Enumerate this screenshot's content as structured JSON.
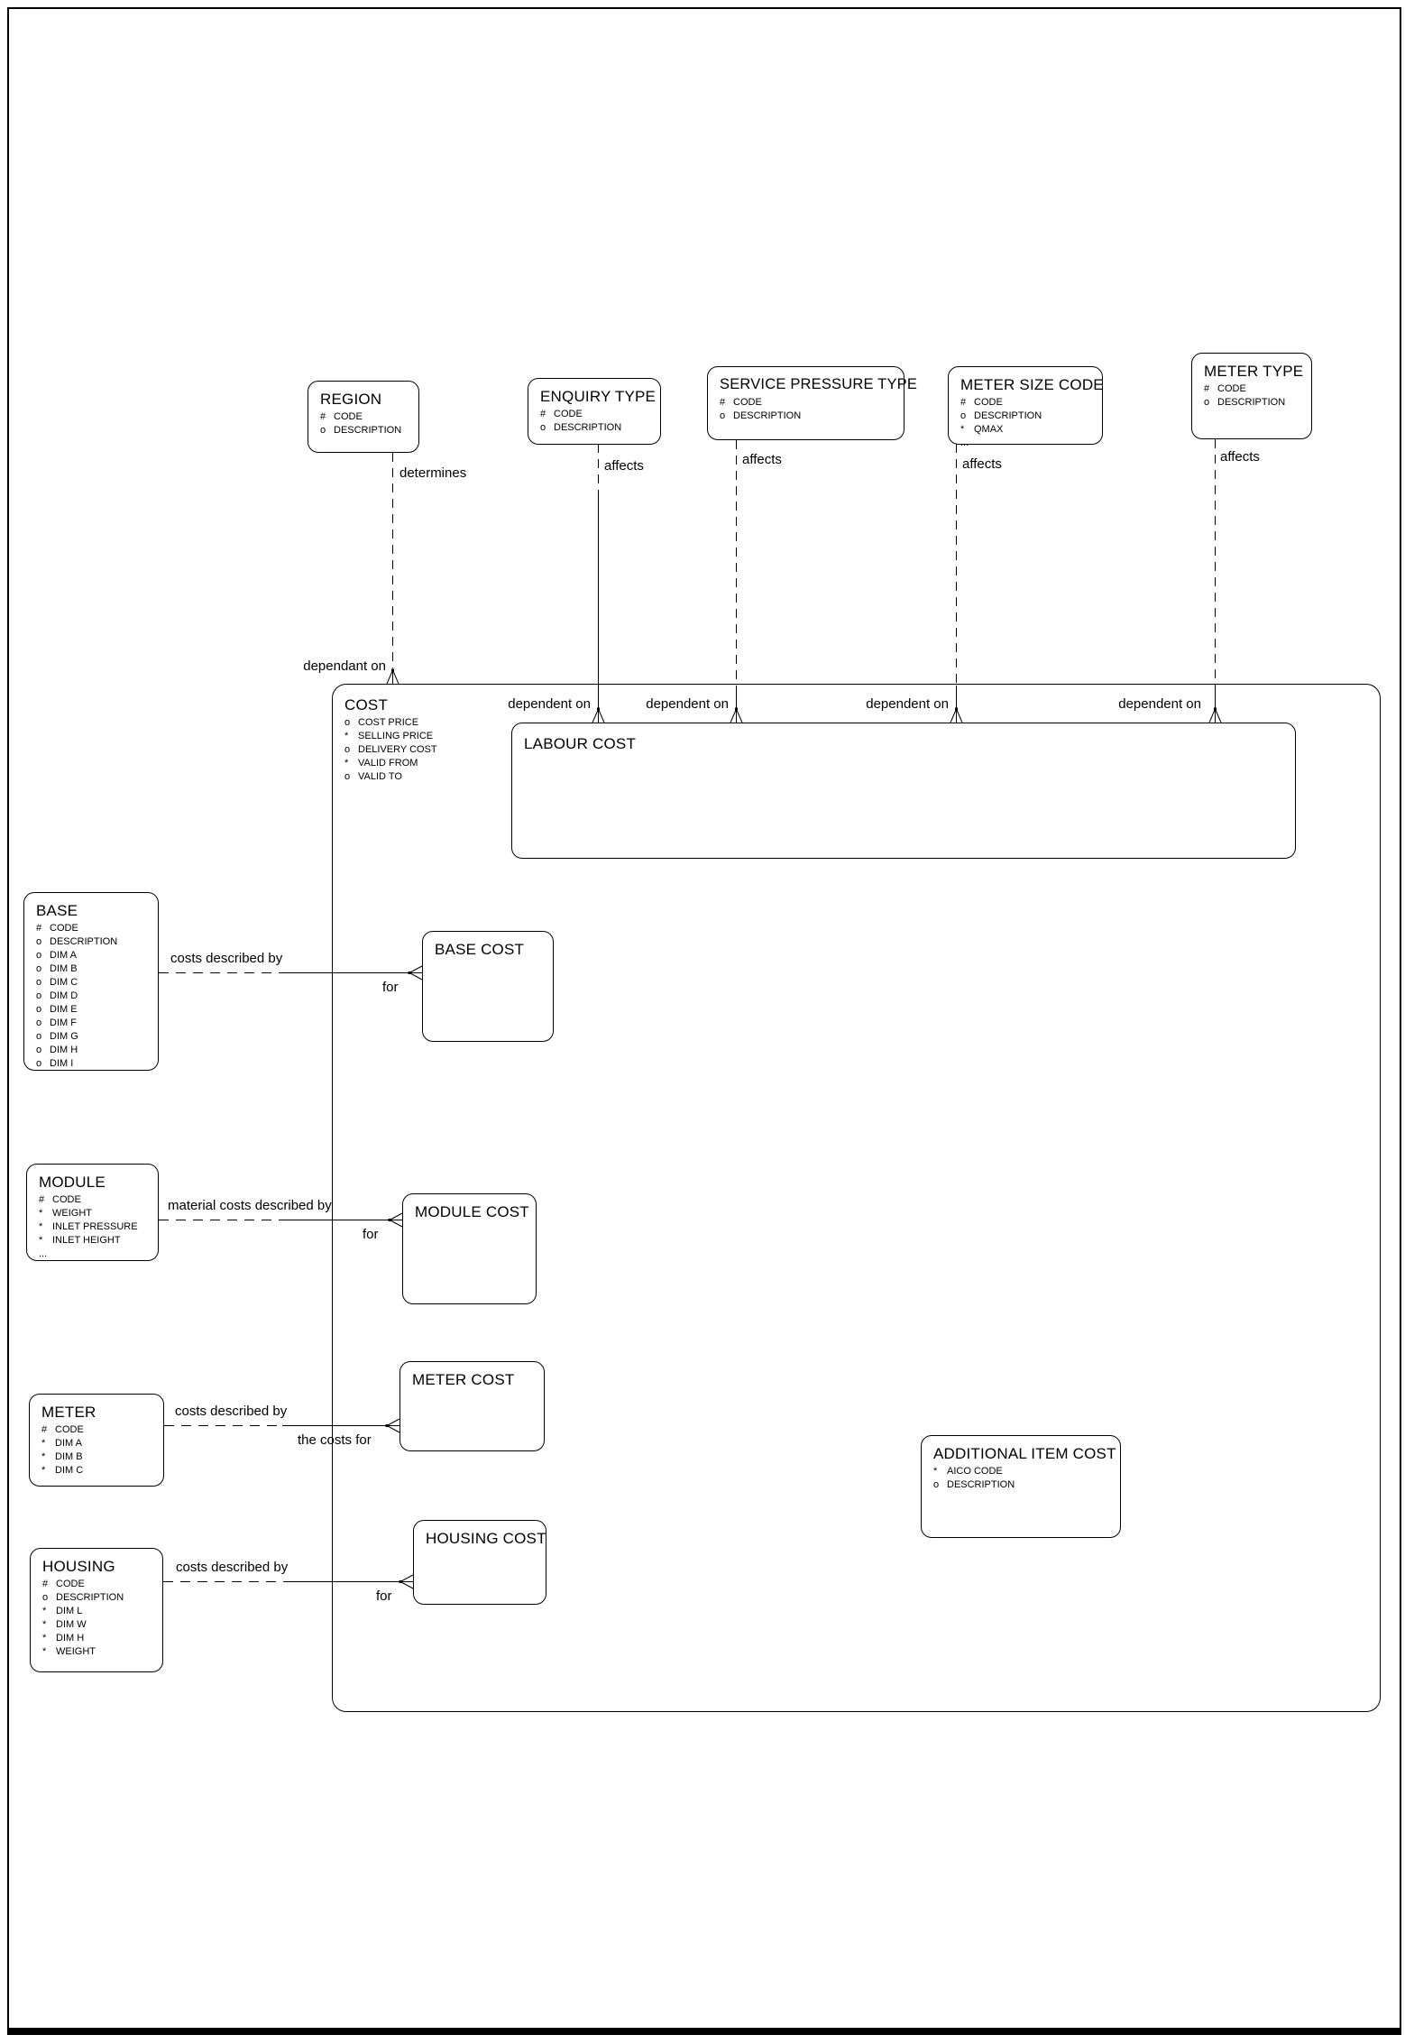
{
  "entities": {
    "region": {
      "title": "REGION",
      "attrs": [
        [
          "#",
          "CODE"
        ],
        [
          "o",
          "DESCRIPTION"
        ]
      ]
    },
    "enquiry_type": {
      "title": "ENQUIRY TYPE",
      "attrs": [
        [
          "#",
          "CODE"
        ],
        [
          "o",
          "DESCRIPTION"
        ]
      ]
    },
    "service_pressure_type": {
      "title": "SERVICE PRESSURE TYPE",
      "attrs": [
        [
          "#",
          "CODE"
        ],
        [
          "o",
          "DESCRIPTION"
        ]
      ]
    },
    "meter_size_code": {
      "title": "METER SIZE CODE",
      "attrs": [
        [
          "#",
          "CODE"
        ],
        [
          "o",
          "DESCRIPTION"
        ],
        [
          "*",
          "QMAX"
        ],
        [
          "...",
          ""
        ]
      ]
    },
    "meter_type": {
      "title": "METER TYPE",
      "attrs": [
        [
          "#",
          "CODE"
        ],
        [
          "o",
          "DESCRIPTION"
        ]
      ]
    },
    "cost": {
      "title": "COST",
      "attrs": [
        [
          "o",
          "COST PRICE"
        ],
        [
          "*",
          "SELLING PRICE"
        ],
        [
          "o",
          "DELIVERY COST"
        ],
        [
          "*",
          "VALID FROM"
        ],
        [
          "o",
          "VALID TO"
        ]
      ]
    },
    "labour_cost": {
      "title": "LABOUR COST",
      "attrs": []
    },
    "base": {
      "title": "BASE",
      "attrs": [
        [
          "#",
          "CODE"
        ],
        [
          "o",
          "DESCRIPTION"
        ],
        [
          "o",
          "DIM A"
        ],
        [
          "o",
          "DIM B"
        ],
        [
          "o",
          "DIM C"
        ],
        [
          "o",
          "DIM D"
        ],
        [
          "o",
          "DIM E"
        ],
        [
          "o",
          "DIM F"
        ],
        [
          "o",
          "DIM G"
        ],
        [
          "o",
          "DIM H"
        ],
        [
          "o",
          "DIM I"
        ]
      ]
    },
    "base_cost": {
      "title": "BASE COST",
      "attrs": []
    },
    "module": {
      "title": "MODULE",
      "attrs": [
        [
          "#",
          "CODE"
        ],
        [
          "*",
          "WEIGHT"
        ],
        [
          "*",
          "INLET PRESSURE"
        ],
        [
          "*",
          "INLET HEIGHT"
        ],
        [
          "...",
          ""
        ]
      ]
    },
    "module_cost": {
      "title": "MODULE COST",
      "attrs": []
    },
    "meter": {
      "title": "METER",
      "attrs": [
        [
          "#",
          "CODE"
        ],
        [
          "*",
          "DIM A"
        ],
        [
          "*",
          "DIM B"
        ],
        [
          "*",
          "DIM C"
        ],
        [
          "...",
          ""
        ]
      ]
    },
    "meter_cost": {
      "title": "METER COST",
      "attrs": []
    },
    "housing": {
      "title": "HOUSING",
      "attrs": [
        [
          "#",
          "CODE"
        ],
        [
          "o",
          "DESCRIPTION"
        ],
        [
          "*",
          "DIM L"
        ],
        [
          "*",
          "DIM W"
        ],
        [
          "*",
          "DIM H"
        ],
        [
          "*",
          "WEIGHT"
        ]
      ]
    },
    "housing_cost": {
      "title": "HOUSING COST",
      "attrs": []
    },
    "additional_item_cost": {
      "title": "ADDITIONAL ITEM COST",
      "attrs": [
        [
          "*",
          "AICO CODE"
        ],
        [
          "o",
          "DESCRIPTION"
        ]
      ]
    }
  },
  "labels": {
    "determines": "determines",
    "affects": "affects",
    "dependant_on": "dependant on",
    "dependent_on": "dependent on",
    "costs_described_by": "costs described by",
    "material_costs_described_by": "material costs described by",
    "the_costs_for": "the costs for",
    "for_label": "for"
  },
  "colors": {
    "line": "#000000",
    "background": "#ffffff"
  }
}
